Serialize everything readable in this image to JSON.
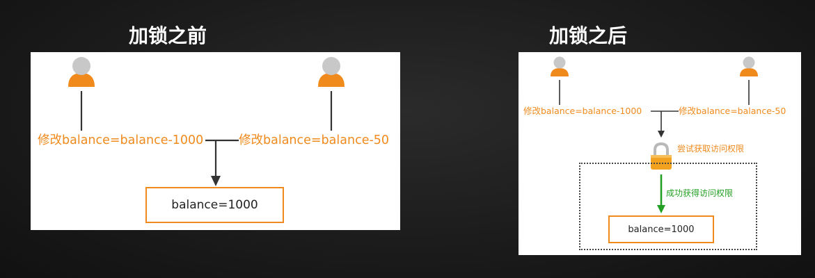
{
  "left": {
    "title": "加锁之前",
    "op1_label": "修改balance=balance-1000",
    "op2_label": "修改balance=balance-50",
    "box_label": "balance=1000"
  },
  "right": {
    "title": "加锁之后",
    "op1_label": "修改balance=balance-1000",
    "op2_label": "修改balance=balance-50",
    "try_label": "尝试获取访问权限",
    "success_label": "成功获得访问权限",
    "box_label": "balance=1000"
  },
  "colors": {
    "accent": "#f08a1d",
    "user_head": "#c8c8c8",
    "success": "#23a023",
    "line": "#333333",
    "lock_body": "#f2a21e",
    "lock_shackle": "#b9b9b9"
  },
  "icons": {
    "user": "user-icon",
    "lock": "lock-icon"
  }
}
